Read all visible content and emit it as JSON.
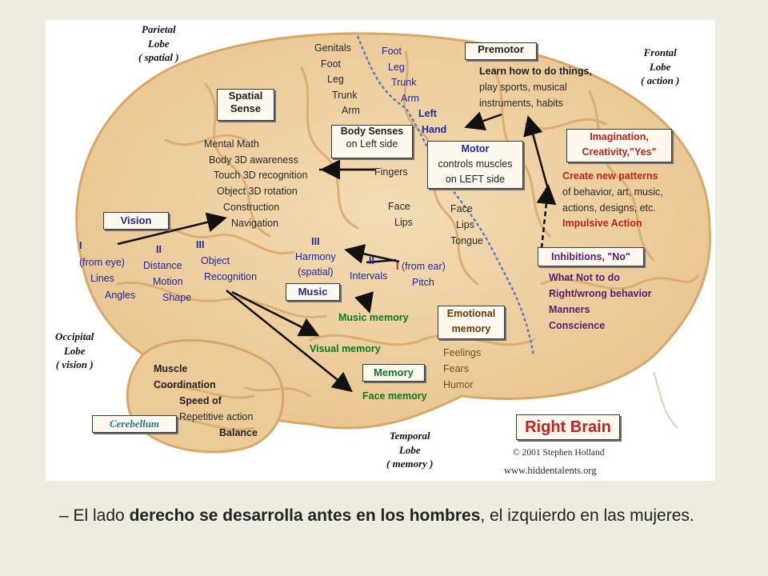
{
  "caption": {
    "prefix": "– El lado ",
    "bold": "derecho se desarrolla antes en los hombres",
    "suffix": ", el izquierdo en las mujeres."
  },
  "lobes": {
    "parietal": [
      "Parietal",
      "Lobe",
      "( spatial )"
    ],
    "frontal": [
      "Frontal",
      "Lobe",
      "( action )"
    ],
    "occipital": [
      "Occipital",
      "Lobe",
      "( vision )"
    ],
    "temporal": [
      "Temporal",
      "Lobe",
      "( memory )"
    ]
  },
  "body_parts_sensory": [
    "Genitals",
    "Foot",
    "Leg",
    "Trunk",
    "Arm"
  ],
  "body_parts_motor": [
    "Foot",
    "Leg",
    "Trunk",
    "Arm",
    "Left",
    "Hand"
  ],
  "premotor": {
    "title": "Premotor",
    "lines": [
      "Learn how to do things,",
      "play sports, musical",
      "instruments, habits"
    ]
  },
  "spatial_sense": {
    "title": [
      "Spatial",
      "Sense"
    ],
    "items": [
      "Mental Math",
      "Body 3D awareness",
      "Touch 3D recognition",
      "Object 3D rotation",
      "Construction",
      "Navigation"
    ]
  },
  "body_senses": {
    "title": "Body Senses",
    "sub": "on Left side"
  },
  "motor": {
    "title": "Motor",
    "lines": [
      "controls muscles",
      "on LEFT side"
    ]
  },
  "fingers": "Fingers",
  "face_lips": [
    "Face",
    "Lips"
  ],
  "face_lips_tongue": [
    "Face",
    "Lips",
    "Tongue"
  ],
  "imagination": {
    "title": [
      "Imagination,",
      "Creativity,\"Yes\""
    ],
    "lines": [
      "Create new patterns",
      "of behavior, art, music,",
      "actions, designs, etc.",
      "Impulsive Action"
    ]
  },
  "inhibitions": {
    "title": "Inhibitions, \"No\"",
    "lines": [
      "What Not to do",
      "Right/wrong behavior",
      "Manners",
      "Conscience"
    ]
  },
  "vision": {
    "title": "Vision",
    "col1": [
      "I",
      "(from eye)",
      "Lines",
      "Angles"
    ],
    "col2": [
      "II",
      "Distance",
      "Motion",
      "Shape"
    ],
    "col3": [
      "III",
      "Object",
      "Recognition"
    ]
  },
  "music": {
    "title": "Music",
    "col3": [
      "III",
      "Harmony",
      "(spatial)"
    ],
    "col2": [
      "II",
      "Intervals"
    ],
    "col1": [
      "I",
      "(from ear)",
      "Pitch"
    ]
  },
  "memories": {
    "music_memory": "Music memory",
    "visual_memory": "Visual memory",
    "face_memory": "Face memory",
    "memory_title": "Memory"
  },
  "emotional": {
    "title": [
      "Emotional",
      "memory"
    ],
    "items": [
      "Feelings",
      "Fears",
      "Humor"
    ]
  },
  "cerebellum": {
    "title": "Cerebellum",
    "lines": [
      "Muscle",
      "Coordination",
      "Speed of",
      "Repetitive action",
      "Balance"
    ]
  },
  "right_brain": "Right Brain",
  "copyright": "© 2001 Stephen Holland",
  "website": "www.hiddentalents.org"
}
